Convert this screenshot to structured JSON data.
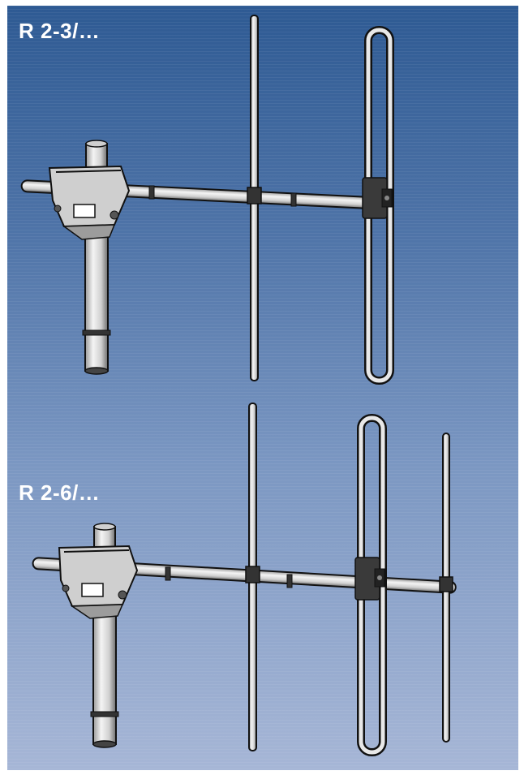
{
  "products": [
    {
      "model": "R 2-3/…",
      "elements": [
        "reflector",
        "folded-dipole"
      ]
    },
    {
      "model": "R 2-6/…",
      "elements": [
        "reflector",
        "folded-dipole",
        "director"
      ]
    }
  ],
  "colors": {
    "background_top": "#2e5a93",
    "background_bottom": "#a6b6d6",
    "label": "#ffffff",
    "metal": "#e6e6e6",
    "outline": "#111111"
  }
}
